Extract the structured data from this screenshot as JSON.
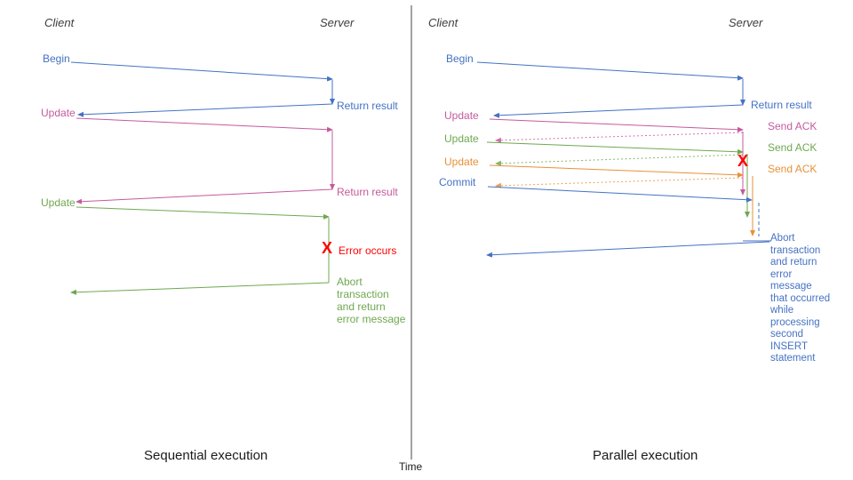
{
  "colors": {
    "blue": "#4472C4",
    "pink": "#C55A9C",
    "green": "#6FA84F",
    "orange": "#E69138",
    "red": "#FF0000"
  },
  "timeline": {
    "time_label": "Time"
  },
  "left": {
    "caption": "Sequential execution",
    "client_header": "Client",
    "server_header": "Server",
    "begin": "Begin",
    "return_result_1": "Return result",
    "update_1": "Update",
    "return_result_2": "Return result",
    "update_2": "Update",
    "error_x": "X",
    "error_label": "Error occurs",
    "abort_text": "Abort\ntransaction\nand return\nerror message"
  },
  "right": {
    "caption": "Parallel execution",
    "client_header": "Client",
    "server_header": "Server",
    "begin": "Begin",
    "return_result": "Return result",
    "update_1": "Update",
    "ack_1": "Send ACK",
    "update_2": "Update",
    "ack_2": "Send ACK",
    "update_3": "Update",
    "ack_3": "Send ACK",
    "commit": "Commit",
    "error_x": "X",
    "abort_text": "Abort\ntransaction\nand return\nerror\nmessage\nthat occurred\nwhile\nprocessing\nsecond\nINSERT\nstatement"
  }
}
